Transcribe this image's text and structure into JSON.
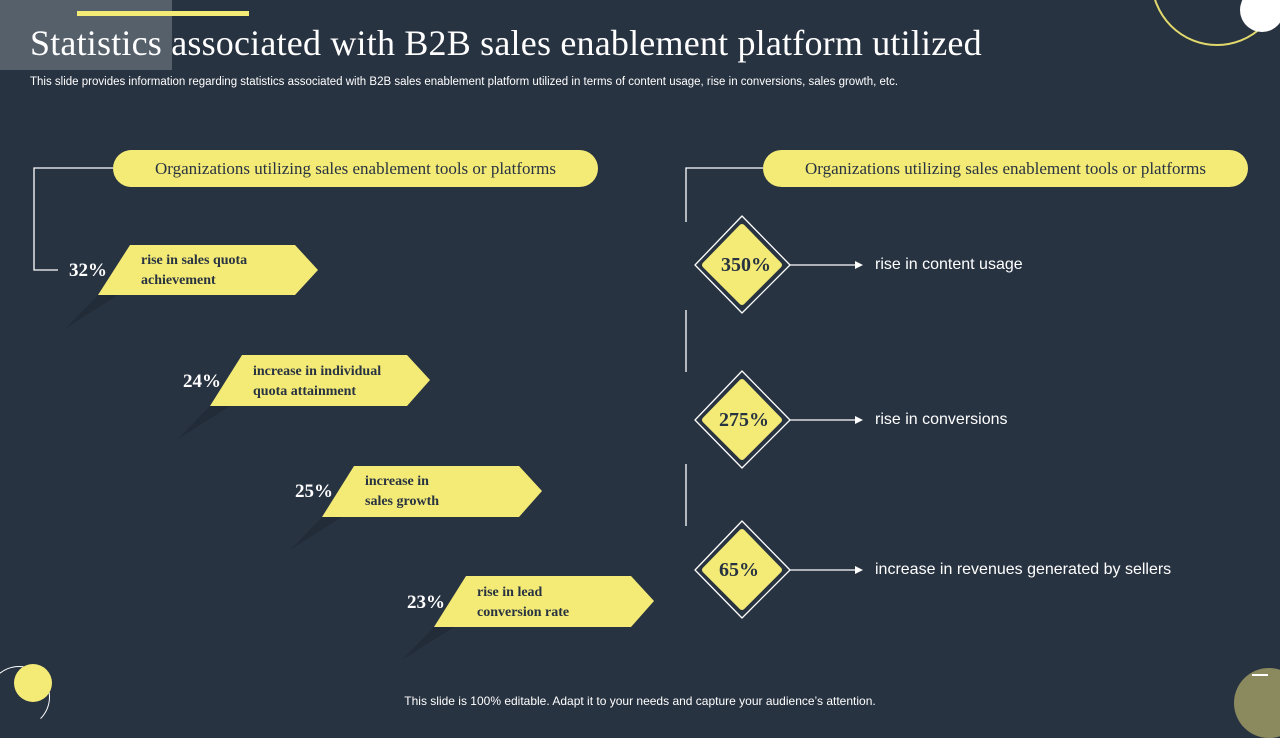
{
  "slide": {
    "title": "Statistics associated with B2B sales enablement platform utilized",
    "subtitle": "This slide provides information regarding statistics associated with B2B sales enablement platform utilized in terms of content usage, rise in conversions, sales growth, etc.",
    "footer": "This slide is 100% editable. Adapt it to your needs and capture your audience’s attention."
  },
  "left": {
    "header": "Organizations utilizing  sales enablement  tools or platforms",
    "items": [
      {
        "percent": "32%",
        "line1": "rise in sales quota",
        "line2": "achievement"
      },
      {
        "percent": "24%",
        "line1": "increase in individual",
        "line2": "quota attainment"
      },
      {
        "percent": "25%",
        "line1": "increase in",
        "line2": "sales growth"
      },
      {
        "percent": "23%",
        "line1": "rise in lead",
        "line2": "conversion rate"
      }
    ]
  },
  "right": {
    "header": "Organizations utilizing  sales enablement  tools or platforms",
    "items": [
      {
        "value": "350%",
        "label": "rise in content usage"
      },
      {
        "value": "275%",
        "label": "rise in conversions"
      },
      {
        "value": "65%",
        "label": "increase in revenues generated by sellers"
      }
    ]
  },
  "colors": {
    "background": "#283341",
    "accent_yellow": "#f4ea76",
    "text_dark": "#283341",
    "text_light": "#ffffff"
  }
}
